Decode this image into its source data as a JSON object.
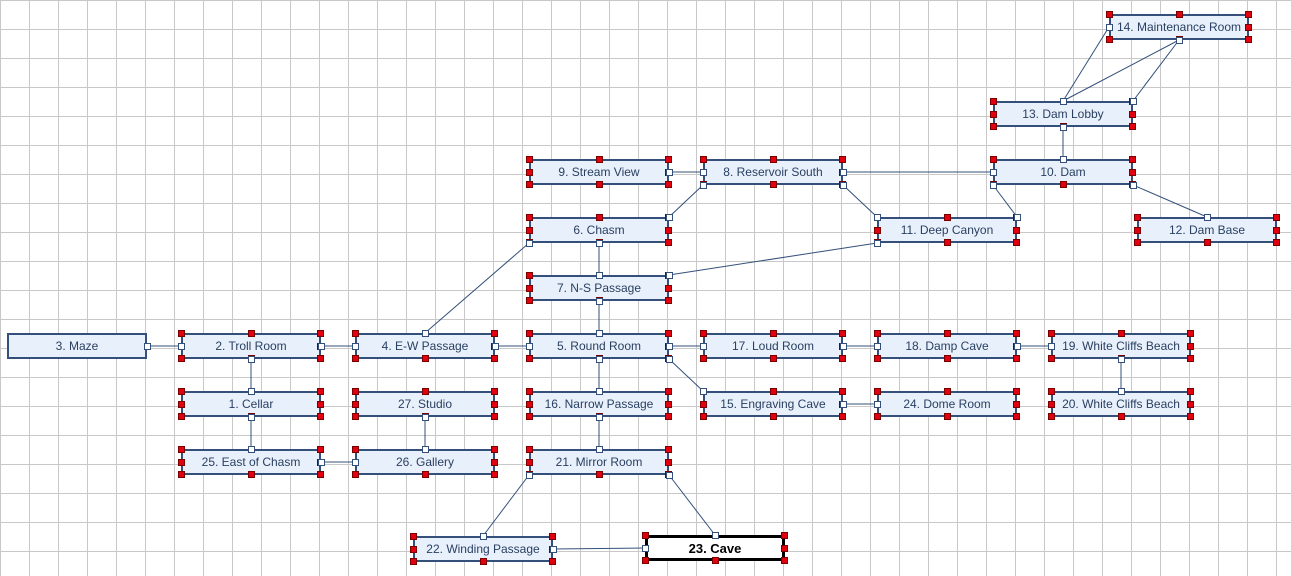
{
  "diagram": {
    "rooms": [
      {
        "id": "r3",
        "label": "3. Maze"
      },
      {
        "id": "r2",
        "label": "2. Troll Room",
        "sel": true
      },
      {
        "id": "r4",
        "label": "4. E-W Passage",
        "sel": true
      },
      {
        "id": "r5",
        "label": "5. Round Room",
        "sel": true
      },
      {
        "id": "r17",
        "label": "17. Loud Room",
        "sel": true
      },
      {
        "id": "r18",
        "label": "18. Damp Cave",
        "sel": true
      },
      {
        "id": "r19",
        "label": "19. White Cliffs Beach",
        "sel": true
      },
      {
        "id": "r1",
        "label": "1. Cellar",
        "sel": true
      },
      {
        "id": "r27",
        "label": "27. Studio",
        "sel": true
      },
      {
        "id": "r16",
        "label": "16. Narrow Passage",
        "sel": true
      },
      {
        "id": "r15",
        "label": "15. Engraving Cave",
        "sel": true
      },
      {
        "id": "r24",
        "label": "24. Dome Room",
        "sel": true
      },
      {
        "id": "r20",
        "label": "20. White Cliffs Beach",
        "sel": true
      },
      {
        "id": "r25",
        "label": "25. East of Chasm",
        "sel": true
      },
      {
        "id": "r26",
        "label": "26. Gallery",
        "sel": true
      },
      {
        "id": "r21",
        "label": "21. Mirror Room",
        "sel": true
      },
      {
        "id": "r22",
        "label": "22. Winding Passage",
        "sel": true
      },
      {
        "id": "r23",
        "label": "23. Cave",
        "sel": true,
        "current": true
      },
      {
        "id": "r7",
        "label": "7. N-S Passage",
        "sel": true
      },
      {
        "id": "r6",
        "label": "6. Chasm",
        "sel": true
      },
      {
        "id": "r9",
        "label": "9. Stream View",
        "sel": true
      },
      {
        "id": "r8",
        "label": "8. Reservoir South",
        "sel": true
      },
      {
        "id": "r11",
        "label": "11. Deep Canyon",
        "sel": true
      },
      {
        "id": "r10",
        "label": "10. Dam",
        "sel": true
      },
      {
        "id": "r12",
        "label": "12. Dam Base",
        "sel": true
      },
      {
        "id": "r13",
        "label": "13. Dam Lobby",
        "sel": true
      },
      {
        "id": "r14",
        "label": "14. Maintenance Room",
        "sel": true
      }
    ],
    "connections": [
      [
        "r3",
        "e",
        "r2",
        "w"
      ],
      [
        "r2",
        "e",
        "r4",
        "w"
      ],
      [
        "r4",
        "e",
        "r5",
        "w"
      ],
      [
        "r5",
        "e",
        "r17",
        "w"
      ],
      [
        "r17",
        "e",
        "r18",
        "w"
      ],
      [
        "r18",
        "e",
        "r19",
        "w"
      ],
      [
        "r19",
        "s",
        "r20",
        "n"
      ],
      [
        "r2",
        "s",
        "r1",
        "n"
      ],
      [
        "r1",
        "s",
        "r25",
        "n"
      ],
      [
        "r25",
        "e",
        "r26",
        "w"
      ],
      [
        "r26",
        "n",
        "r27",
        "s"
      ],
      [
        "r5",
        "s",
        "r16",
        "n"
      ],
      [
        "r16",
        "s",
        "r21",
        "n"
      ],
      [
        "r21",
        "sw",
        "r22",
        "n"
      ],
      [
        "r22",
        "e",
        "r23",
        "w"
      ],
      [
        "r21",
        "se",
        "r23",
        "n"
      ],
      [
        "r5",
        "se",
        "r15",
        "nw"
      ],
      [
        "r15",
        "e",
        "r24",
        "w"
      ],
      [
        "r5",
        "n",
        "r7",
        "s"
      ],
      [
        "r7",
        "n",
        "r6",
        "s"
      ],
      [
        "r6",
        "sw",
        "r4",
        "n"
      ],
      [
        "r7",
        "ne",
        "r11",
        "sw"
      ],
      [
        "r6",
        "ne",
        "r8",
        "sw"
      ],
      [
        "r9",
        "e",
        "r8",
        "w"
      ],
      [
        "r8",
        "e",
        "r10",
        "w"
      ],
      [
        "r8",
        "se",
        "r11",
        "nw"
      ],
      [
        "r11",
        "ne",
        "r10",
        "sw"
      ],
      [
        "r10",
        "se",
        "r12",
        "n"
      ],
      [
        "r10",
        "n",
        "r13",
        "s"
      ],
      [
        "r13",
        "n",
        "r14",
        "w"
      ],
      [
        "r13",
        "n",
        "r14",
        "s"
      ],
      [
        "r13",
        "ne",
        "r14",
        "s"
      ]
    ]
  }
}
